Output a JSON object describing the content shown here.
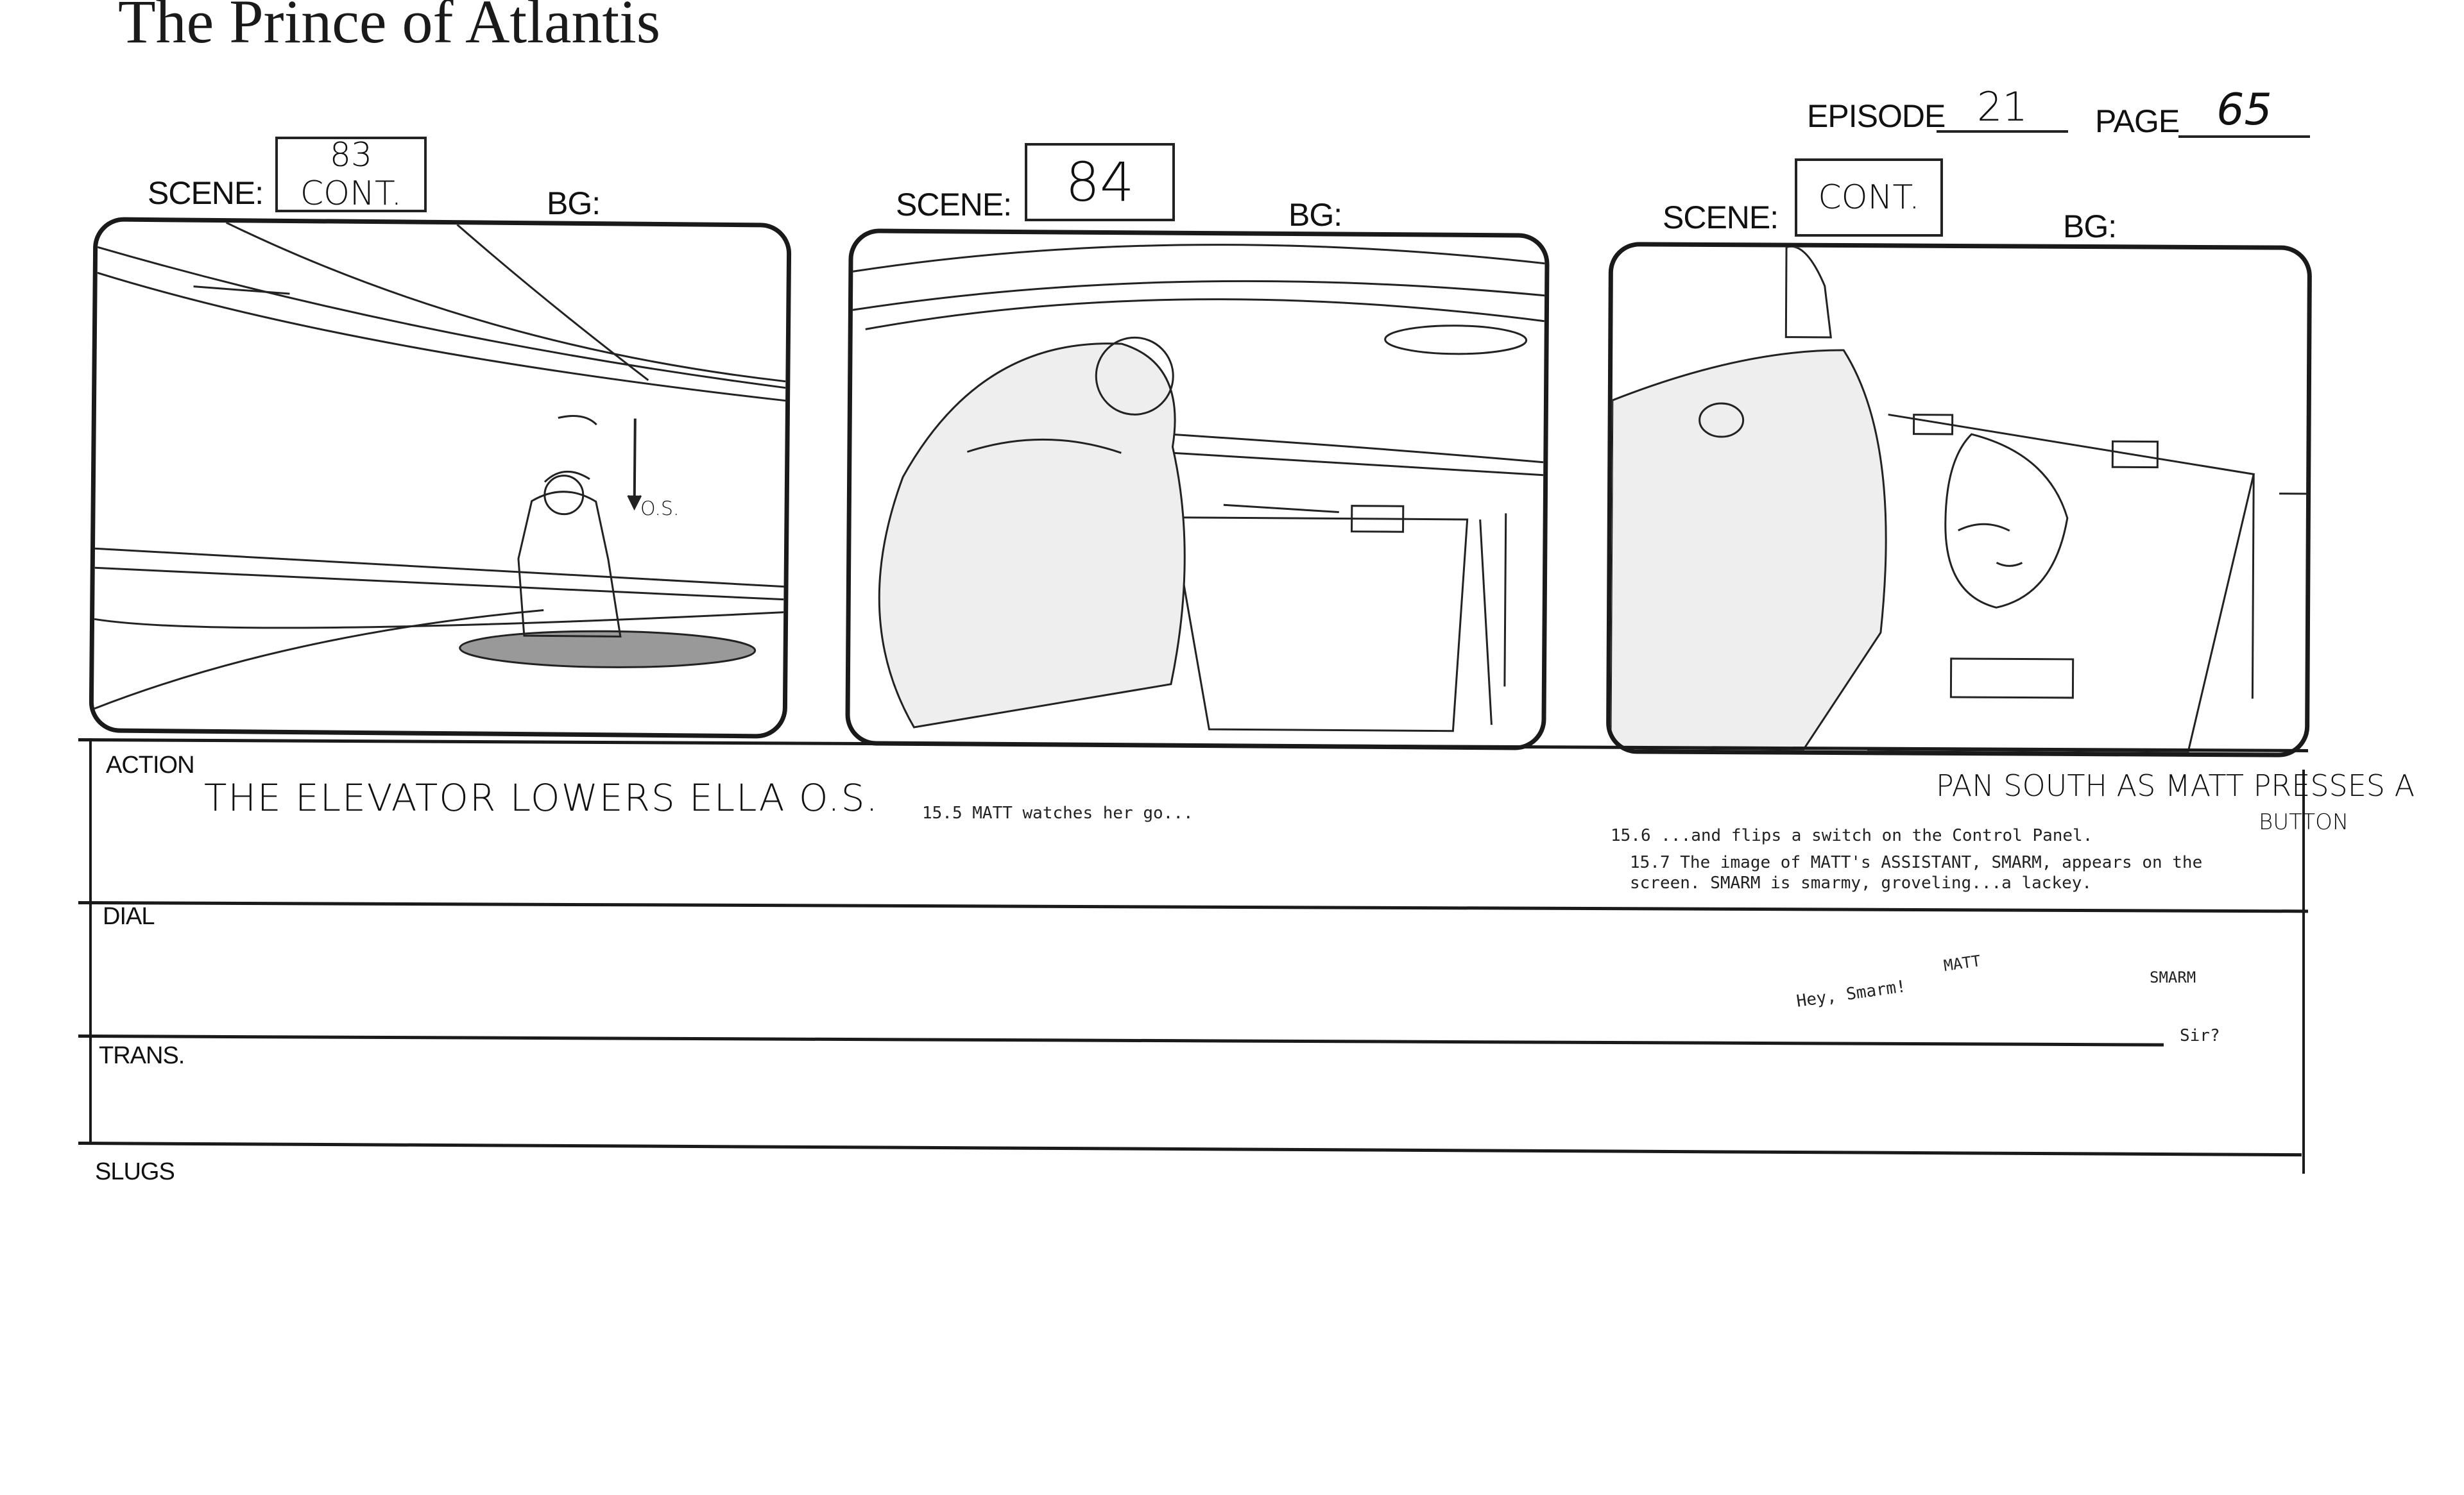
{
  "title": "The Prince of Atlantis",
  "header": {
    "episode_label": "EPISODE",
    "episode_value": "21",
    "page_label": "PAGE",
    "page_value": "65"
  },
  "panels": [
    {
      "scene_label": "SCENE:",
      "scene_value": "83 CONT.",
      "bg_label": "BG:",
      "note": "O.S."
    },
    {
      "scene_label": "SCENE:",
      "scene_value": "84",
      "bg_label": "BG:"
    },
    {
      "scene_label": "SCENE:",
      "scene_value": "CONT.",
      "bg_label": "BG:"
    }
  ],
  "rows": {
    "action_label": "ACTION",
    "dial_label": "DIAL",
    "trans_label": "TRANS.",
    "slugs_label": "SLUGS"
  },
  "action": {
    "panel1_handwritten": "THE ELEVATOR LOWERS ELLA O.S.",
    "panel2_typed": "15.5  MATT watches her go...",
    "panel3_handwritten_line1": "PAN SOUTH AS MATT PRESSES A",
    "panel3_handwritten_line2": "BUTTON",
    "panel3_typed_1": "15.6  ...and flips a switch on the Control Panel.",
    "panel3_typed_2_line1": "15.7  The image of MATT's ASSISTANT, SMARM, appears on the",
    "panel3_typed_2_line2": "screen.  SMARM is smarmy, groveling...a lackey."
  },
  "dial": {
    "speaker1": "MATT",
    "line1": "Hey, Smarm!",
    "speaker2": "SMARM",
    "line2": "Sir?"
  }
}
